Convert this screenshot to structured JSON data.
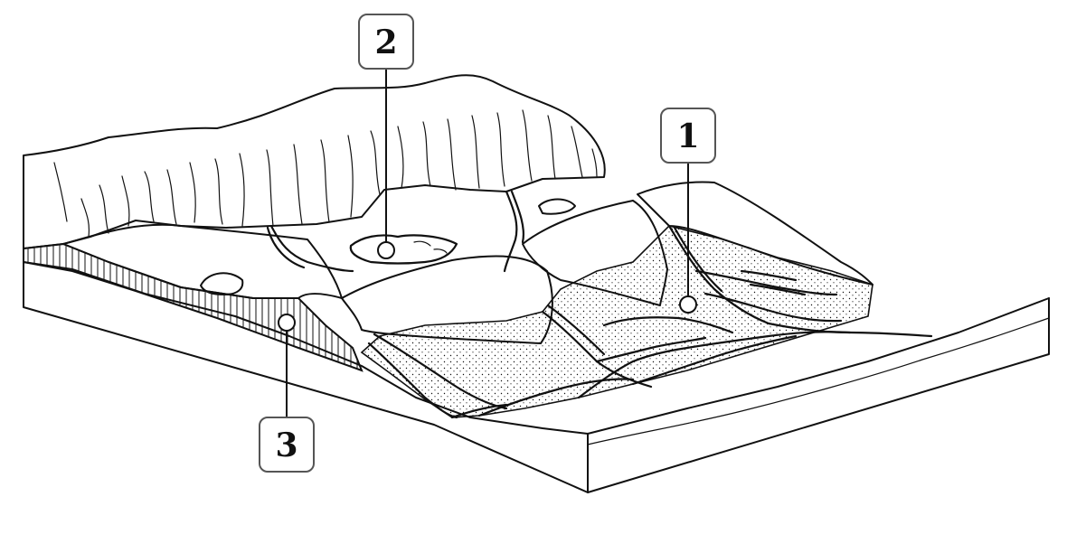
{
  "diagram": {
    "callouts": [
      {
        "id": "1",
        "label": "1"
      },
      {
        "id": "2",
        "label": "2"
      },
      {
        "id": "3",
        "label": "3"
      }
    ]
  },
  "colors": {
    "ink": "#111111",
    "callout_border": "#555555",
    "background": "#ffffff"
  }
}
